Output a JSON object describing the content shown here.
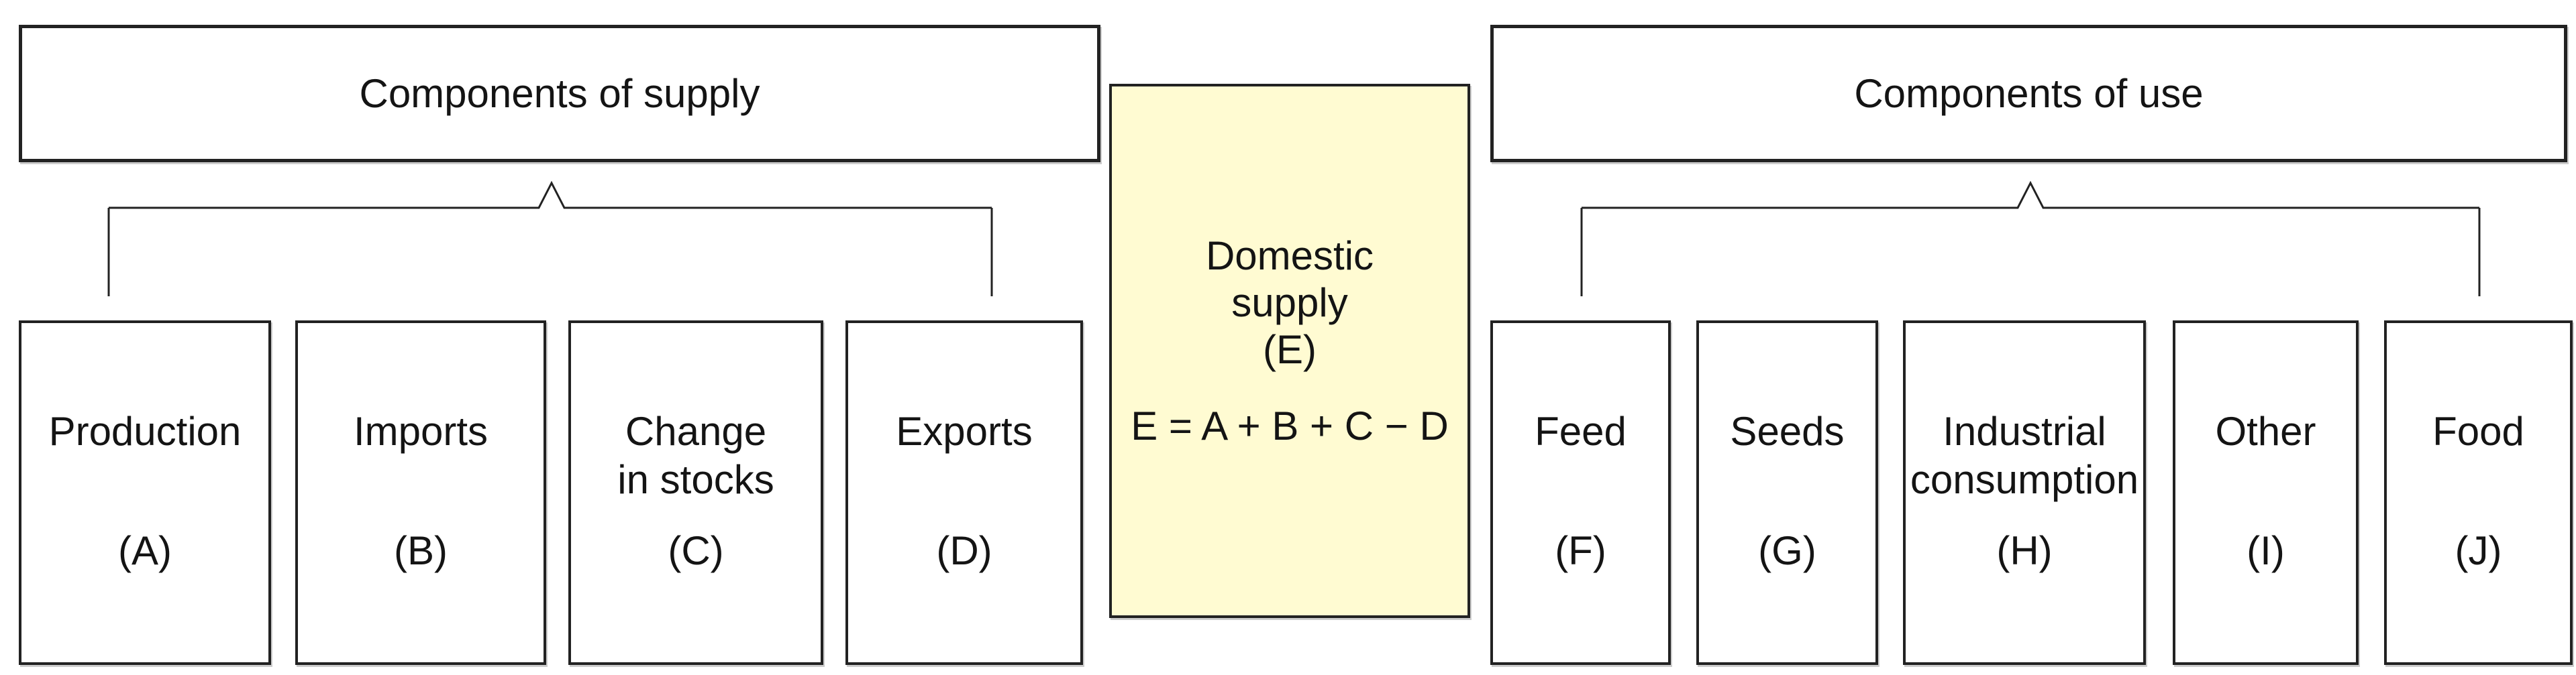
{
  "diagram": {
    "supply_header": "Components of supply",
    "use_header": "Components of use",
    "domestic_box": {
      "label": "Domestic\nsupply\n(E)",
      "formula": "E = A + B + C − D"
    },
    "supply_boxes": [
      {
        "label": "Production",
        "letter": "(A)"
      },
      {
        "label": "Imports",
        "letter": "(B)"
      },
      {
        "label": "Change\nin stocks",
        "letter": "(C)"
      },
      {
        "label": "Exports",
        "letter": "(D)"
      }
    ],
    "use_boxes": [
      {
        "label": "Feed",
        "letter": "(F)"
      },
      {
        "label": "Seeds",
        "letter": "(G)"
      },
      {
        "label": "Industrial\nconsumption",
        "letter": "(H)"
      },
      {
        "label": "Other",
        "letter": "(I)"
      },
      {
        "label": "Food",
        "letter": "(J)"
      }
    ],
    "colors": {
      "highlight_fill": "#FFFBD2",
      "line": "#222222",
      "background": "#ffffff"
    }
  }
}
